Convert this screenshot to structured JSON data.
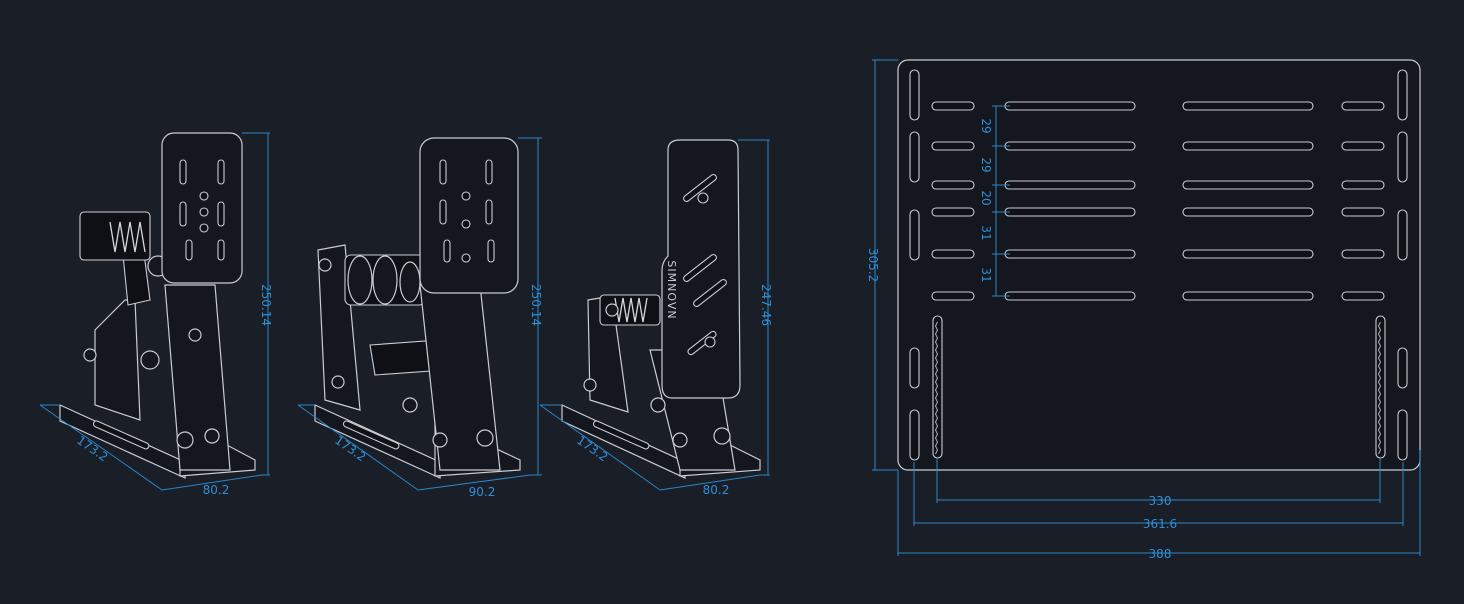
{
  "colors": {
    "background": "#1a1e27",
    "dimension": "#2f8fd6",
    "outline": "#c9ccd2"
  },
  "pedals": [
    {
      "height": "250.14",
      "depth": "173.2",
      "width": "80.2"
    },
    {
      "height": "250.14",
      "depth": "173.2",
      "width": "90.2"
    },
    {
      "height": "247.46",
      "depth": "173.2",
      "width": "80.2",
      "brand": "SIMNOVN"
    }
  ],
  "plate": {
    "height": "305.2",
    "row_spacing": [
      "29",
      "29",
      "20",
      "31",
      "31"
    ],
    "width_inner": "330",
    "width_mid": "361.6",
    "width_outer": "388"
  }
}
